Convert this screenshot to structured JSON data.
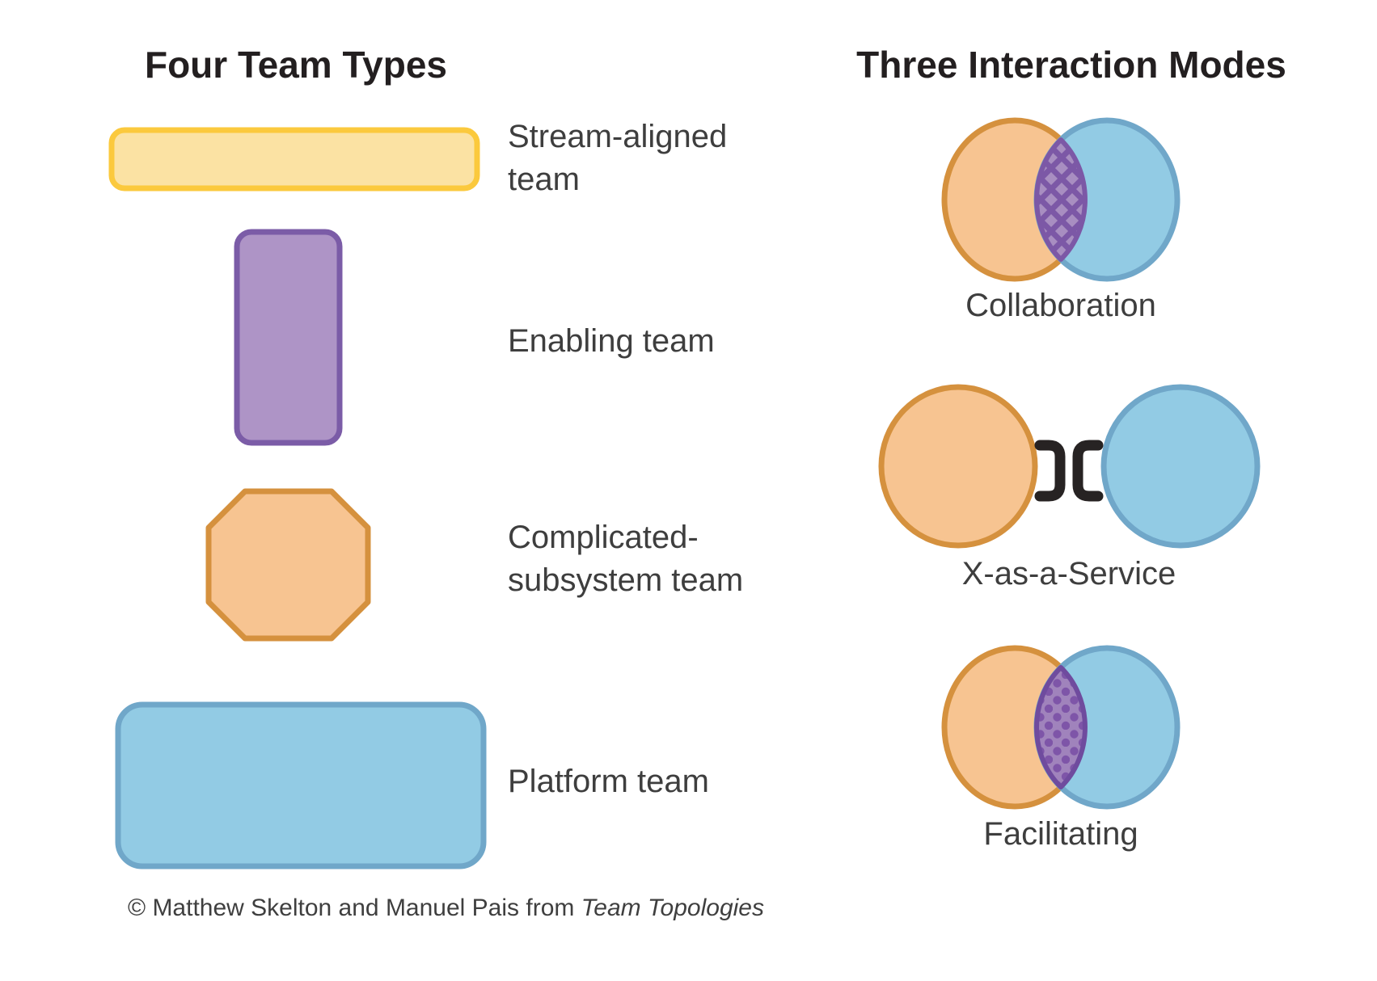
{
  "left_panel": {
    "title": "Four Team Types",
    "teams": [
      {
        "name": "Stream-aligned team",
        "line1": "Stream-aligned",
        "line2": "team",
        "shape": "wide-rounded-bar"
      },
      {
        "name": "Enabling team",
        "line1": "Enabling team",
        "line2": "",
        "shape": "tall-rounded-rectangle"
      },
      {
        "name": "Complicated-subsystem team",
        "line1": "Complicated-",
        "line2": "subsystem team",
        "shape": "octagon"
      },
      {
        "name": "Platform team",
        "line1": "Platform team",
        "line2": "",
        "shape": "large-rounded-rectangle"
      }
    ]
  },
  "right_panel": {
    "title": "Three Interaction Modes",
    "modes": [
      {
        "label": "Collaboration",
        "visual": "two-overlapping-circles",
        "overlap_pattern": "crosshatch"
      },
      {
        "label": "X-as-a-Service",
        "visual": "two-separate-circles-with-interface-icon",
        "overlap_pattern": "none"
      },
      {
        "label": "Facilitating",
        "visual": "two-overlapping-circles",
        "overlap_pattern": "dots"
      }
    ]
  },
  "footer": {
    "text": "© Matthew Skelton and Manuel Pais from ",
    "book_title": "Team Topologies"
  },
  "colors": {
    "yellow_fill": "#FBE2A3",
    "yellow_stroke": "#FBC93D",
    "purple_fill": "#AE94C6",
    "purple_stroke": "#7B5CA7",
    "orange_fill": "#F7C491",
    "orange_stroke": "#D5913E",
    "blue_fill": "#92CBE4",
    "blue_stroke": "#70A7C9",
    "overlap_collab_fill": "#A88EC1",
    "overlap_collab_line": "#7C58A6",
    "overlap_facil_fill": "#A083BC",
    "overlap_facil_dot": "#7E55A8",
    "overlap_facil_stroke": "#6F4B9E",
    "icon_black": "#272323",
    "title_text": "#231F20",
    "label_text": "#3E3E3E"
  }
}
